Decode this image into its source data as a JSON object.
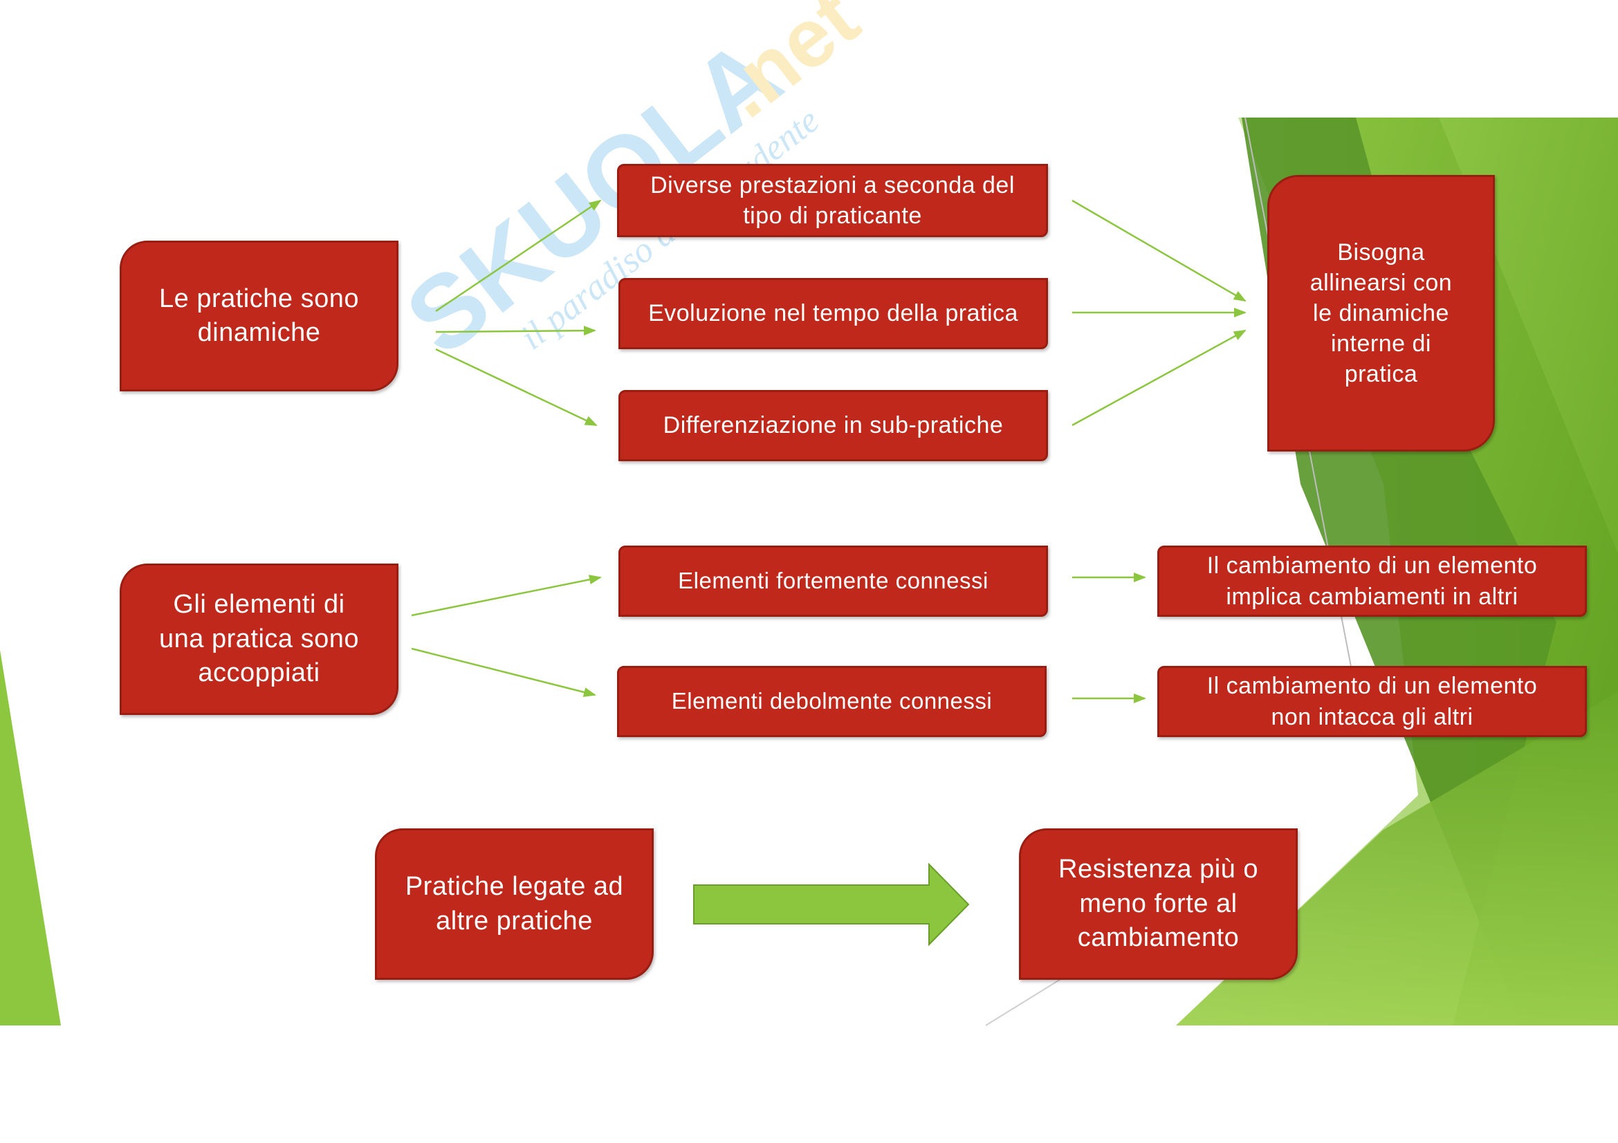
{
  "colors": {
    "box_fill": "#c0281b",
    "box_border": "#9a1d12",
    "arrow": "#8cc63f",
    "big_arrow": "#8cc63f",
    "accent_green": "#7ab82e"
  },
  "watermark": {
    "brand": "SKUOLA",
    "suffix": ".net",
    "tagline": "il paradiso dello studente"
  },
  "row1": {
    "source": "Le pratiche sono\ndinamiche",
    "items": [
      "Diverse prestazioni a seconda del\ntipo di praticante",
      "Evoluzione nel tempo della pratica",
      "Differenziazione in sub-pratiche"
    ],
    "result": "Bisogna\nallinearsi  con\nle dinamiche\ninterne di\npratica"
  },
  "row2": {
    "source": "Gli elementi di\nuna pratica sono\naccoppiati",
    "items": [
      {
        "label": "Elementi fortemente connessi",
        "result": "Il cambiamento di un elemento\nimplica cambiamenti in altri"
      },
      {
        "label": "Elementi debolmente connessi",
        "result": "Il cambiamento di un elemento\nnon intacca gli altri"
      }
    ]
  },
  "row3": {
    "source": "Pratiche legate ad\naltre pratiche",
    "result": "Resistenza più o\nmeno forte al\ncambiamento"
  }
}
